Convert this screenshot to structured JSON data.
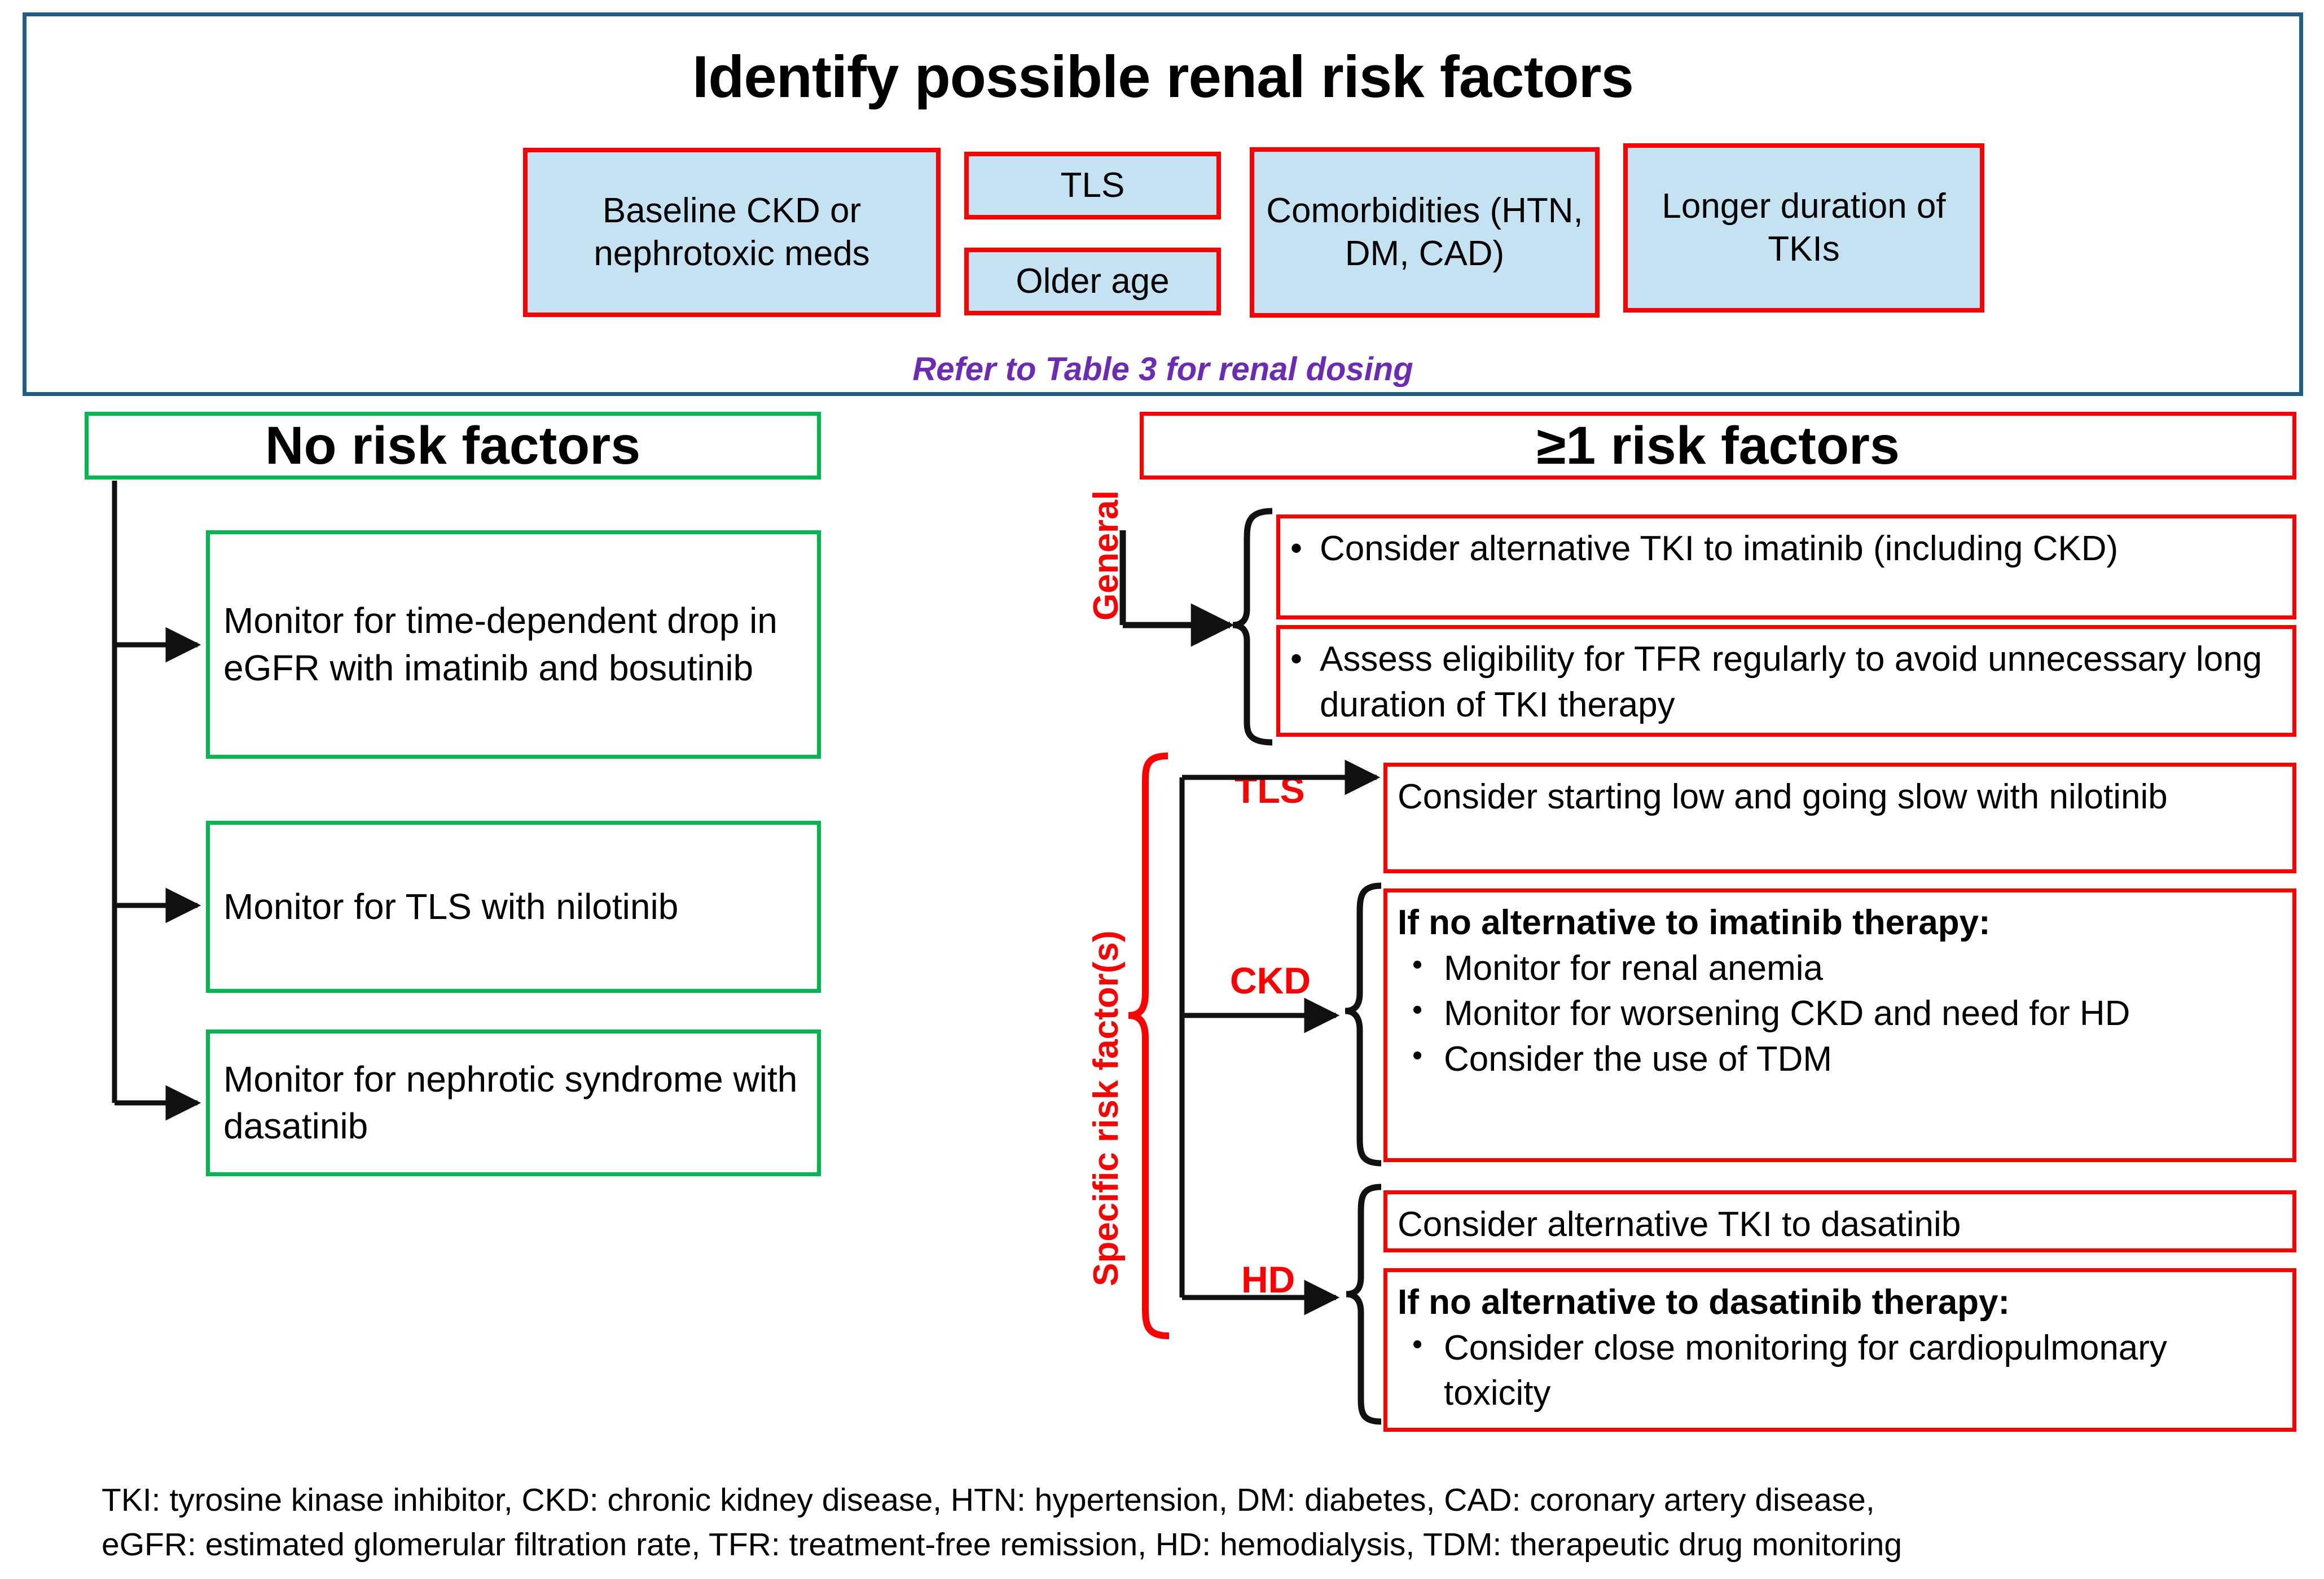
{
  "top": {
    "title": "Identify possible renal risk factors",
    "risk_factors": [
      "Baseline CKD or nephrotoxic meds",
      "TLS",
      "Older age",
      "Comorbidities (HTN, DM, CAD)",
      "Longer duration of TKIs"
    ],
    "refer_note": "Refer to Table 3 for renal dosing",
    "border_color": "#1F5F86",
    "box_fill": "#C5E2F2",
    "box_border": "#FF0000",
    "note_color": "#6C2BB5"
  },
  "left_branch": {
    "header": "No risk factors",
    "accent_color": "#00B84F",
    "items": [
      "Monitor for time-dependent drop in eGFR with imatinib and bosutinib",
      "Monitor for TLS with nilotinib",
      "Monitor for nephrotic syndrome with dasatinib"
    ]
  },
  "right_branch": {
    "header": "≥1 risk factors",
    "accent_color": "#FF0000",
    "side_labels": {
      "general": "General",
      "specific": "Specific risk factor(s)"
    },
    "general": [
      "Consider alternative TKI to imatinib (including CKD)",
      "Assess eligibility for TFR regularly to avoid unnecessary long duration of TKI therapy"
    ],
    "specific": [
      {
        "label": "TLS",
        "boxes": [
          {
            "text": "Consider starting low and going slow with nilotinib"
          }
        ]
      },
      {
        "label": "CKD",
        "boxes": [
          {
            "heading": "If no alternative to imatinib therapy:",
            "bullets": [
              "Monitor for renal anemia",
              "Monitor for worsening CKD and need for HD",
              "Consider the use of TDM"
            ]
          }
        ]
      },
      {
        "label": "HD",
        "boxes": [
          {
            "text": "Consider alternative TKI to dasatinib"
          },
          {
            "heading": "If no alternative to dasatinib therapy:",
            "bullets": [
              "Consider close monitoring for cardiopulmonary toxicity"
            ]
          }
        ]
      }
    ],
    "bullet_glyph": "•"
  },
  "footer": {
    "line1": "TKI: tyrosine kinase inhibitor, CKD: chronic kidney disease, HTN: hypertension, DM: diabetes, CAD: coronary artery disease,",
    "line2": "eGFR: estimated glomerular filtration rate, TFR: treatment-free remission, HD: hemodialysis, TDM: therapeutic drug monitoring"
  }
}
